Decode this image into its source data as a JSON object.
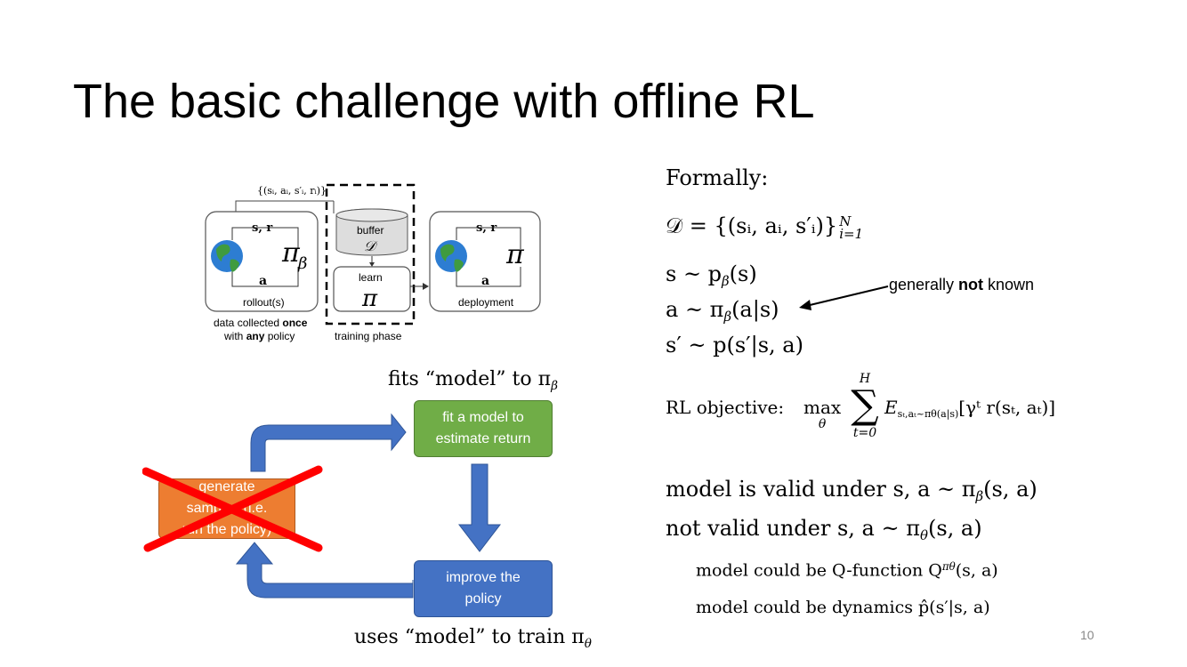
{
  "slide": {
    "title": "The basic challenge with offline RL",
    "page_number": "10"
  },
  "figure": {
    "tuple_label": "{(sᵢ, aᵢ, s′ᵢ, rᵢ)}",
    "left_panel": {
      "top_label": "s, r",
      "bottom_label": "a",
      "policy": "π",
      "policy_sub": "β",
      "caption": "rollout(s)"
    },
    "buffer": {
      "label": "buffer",
      "symbol": "𝒟"
    },
    "learn": {
      "label": "learn",
      "symbol": "π"
    },
    "right_panel": {
      "top_label": "s, r",
      "bottom_label": "a",
      "policy": "π",
      "caption": "deployment"
    },
    "data_caption_line1_pre": "data collected ",
    "data_caption_line1_bold": "once",
    "data_caption_line2_pre": "with ",
    "data_caption_line2_bold": "any",
    "data_caption_line2_post": " policy",
    "training_caption": "training phase"
  },
  "cycle": {
    "fits_label": "fits “model” to π",
    "fits_sub": "β",
    "uses_label": "uses “model” to train π",
    "uses_sub": "θ",
    "fit_box_line1": "fit a model to",
    "fit_box_line2": "estimate return",
    "improve_box_line1": "improve the",
    "improve_box_line2": "policy",
    "generate_box_line1": "generate",
    "generate_box_line2": "samples (i.e.",
    "generate_box_line3": "run the policy)",
    "colors": {
      "green": "#70ad47",
      "blue": "#4472c4",
      "orange": "#ed7d31",
      "cross": "#ff0000"
    }
  },
  "formal": {
    "heading": "Formally:",
    "dataset_def": "𝒟 = {(sᵢ, aᵢ, s′ᵢ)}",
    "dataset_sup": "N",
    "dataset_sub": "i=1",
    "state_dist": "s ~ p",
    "state_dist_sub": "β",
    "state_dist_tail": "(s)",
    "action_dist": "a ~ π",
    "action_dist_sub": "β",
    "action_dist_tail": "(a|s)",
    "next_state_dist": "s′ ~ p(s′|s, a)",
    "note_pre": "generally ",
    "note_bold": "not",
    "note_post": " known",
    "objective_label": "RL objective:",
    "objective_max": "max",
    "objective_max_sub": "θ",
    "objective_sum_top": "H",
    "objective_sum_bottom": "t=0",
    "objective_E": "E",
    "objective_E_sub": "sₜ,aₜ~πθ(a|s)",
    "objective_body": "[γᵗ r(sₜ, aₜ)]",
    "valid_line": "model is valid under s, a ~ π",
    "valid_sub": "β",
    "valid_tail": "(s, a)",
    "not_valid_line": "not valid under s, a ~ π",
    "not_valid_sub": "θ",
    "not_valid_tail": "(s, a)",
    "q_line": "model could be Q-function Q",
    "q_sup": "πθ",
    "q_tail": "(s, a)",
    "dyn_line": "model could be dynamics p̂(s′|s, a)"
  }
}
